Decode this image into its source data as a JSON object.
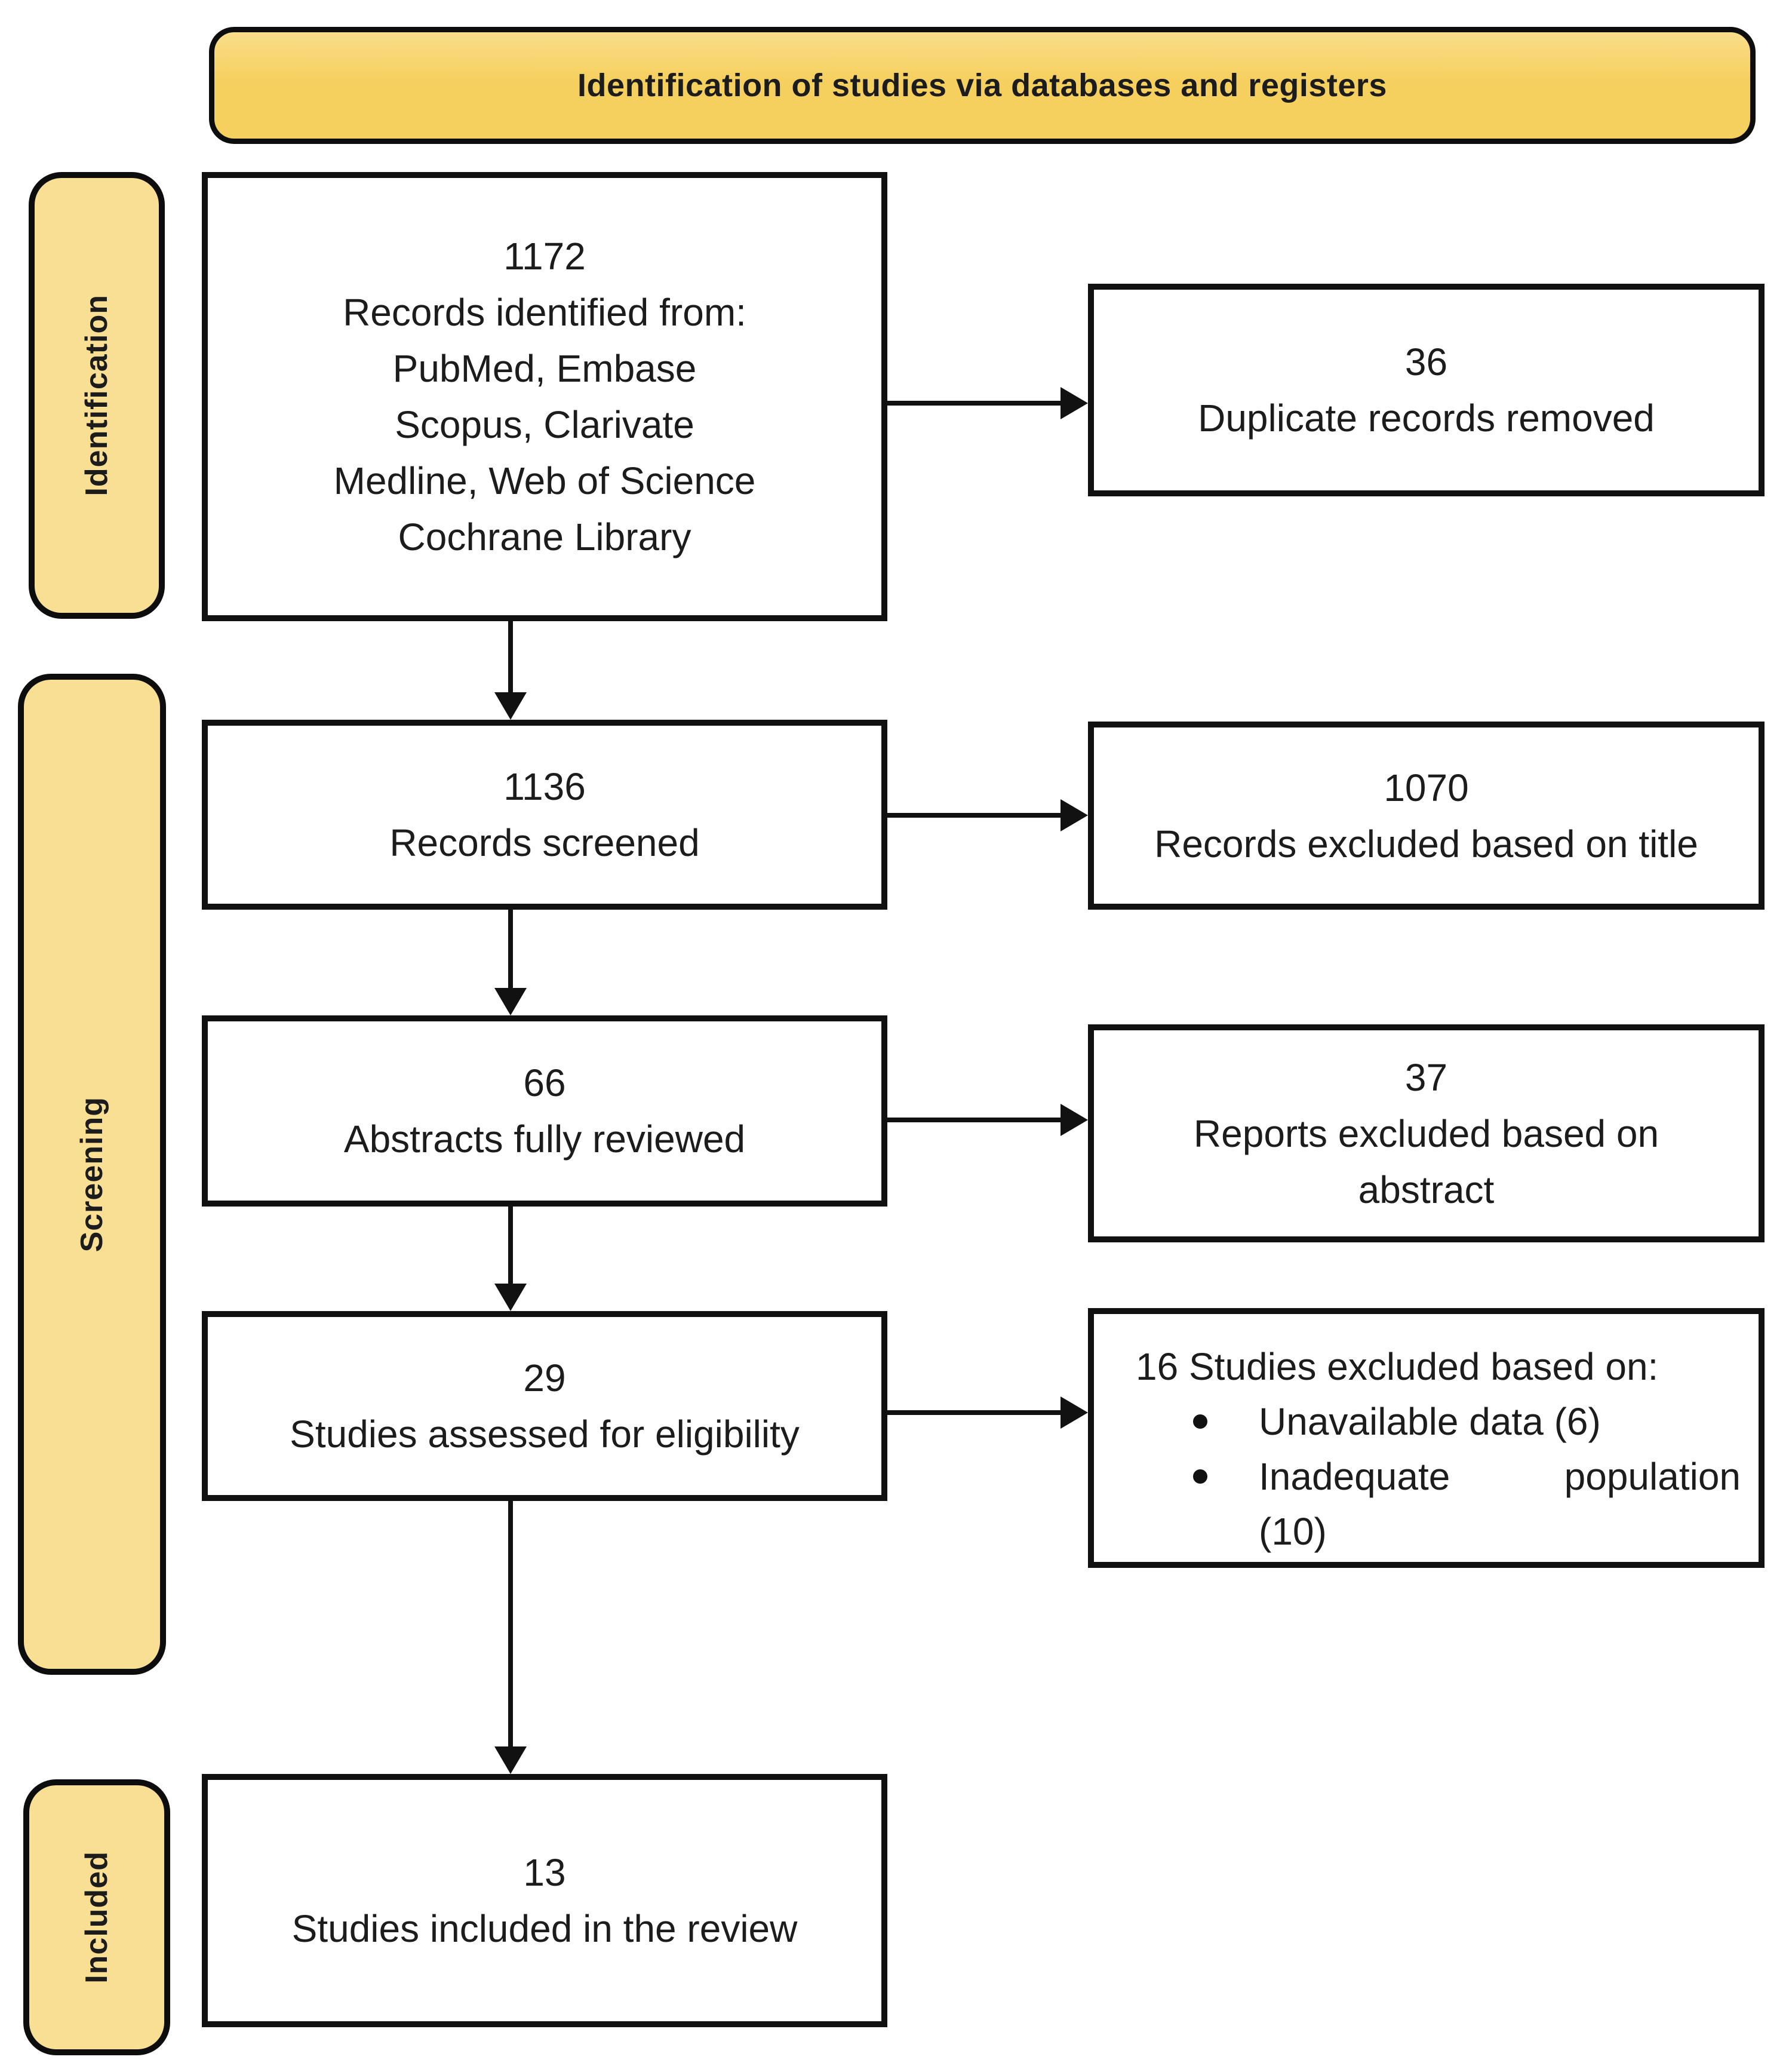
{
  "diagram": {
    "title": "Identification of studies via databases and registers",
    "stage_labels": {
      "identification": "Identification",
      "screening": "Screening",
      "included": "Included"
    },
    "boxes": {
      "records_identified": {
        "count": "1172",
        "lines": [
          "Records identified from:",
          "PubMed, Embase",
          "Scopus, Clarivate",
          "Medline, Web of Science",
          "Cochrane Library"
        ]
      },
      "duplicates_removed": {
        "count": "36",
        "label": "Duplicate records removed"
      },
      "records_screened": {
        "count": "1136",
        "label": "Records screened"
      },
      "records_excluded_title": {
        "count": "1070",
        "label": "Records excluded based on title"
      },
      "abstracts_reviewed": {
        "count": "66",
        "label": "Abstracts fully reviewed"
      },
      "reports_excluded_abstract": {
        "count": "37",
        "lines": [
          "Reports excluded based on",
          "abstract"
        ]
      },
      "studies_assessed": {
        "count": "29",
        "label": "Studies assessed for eligibility"
      },
      "studies_excluded": {
        "heading": "16 Studies excluded based on:",
        "bullet_1": "Unavailable data (6)",
        "bullet_2_word_1": "Inadequate",
        "bullet_2_word_2": "population",
        "bullet_2_overflow": "(10)"
      },
      "studies_included": {
        "count": "13",
        "label": "Studies included in the review"
      }
    },
    "colors": {
      "title_fill": "#F6D05F",
      "stage_fill": "#F8DF93",
      "border_black": "#111111",
      "box_fill": "#FFFFFF",
      "text": "#1C1C1C"
    }
  }
}
